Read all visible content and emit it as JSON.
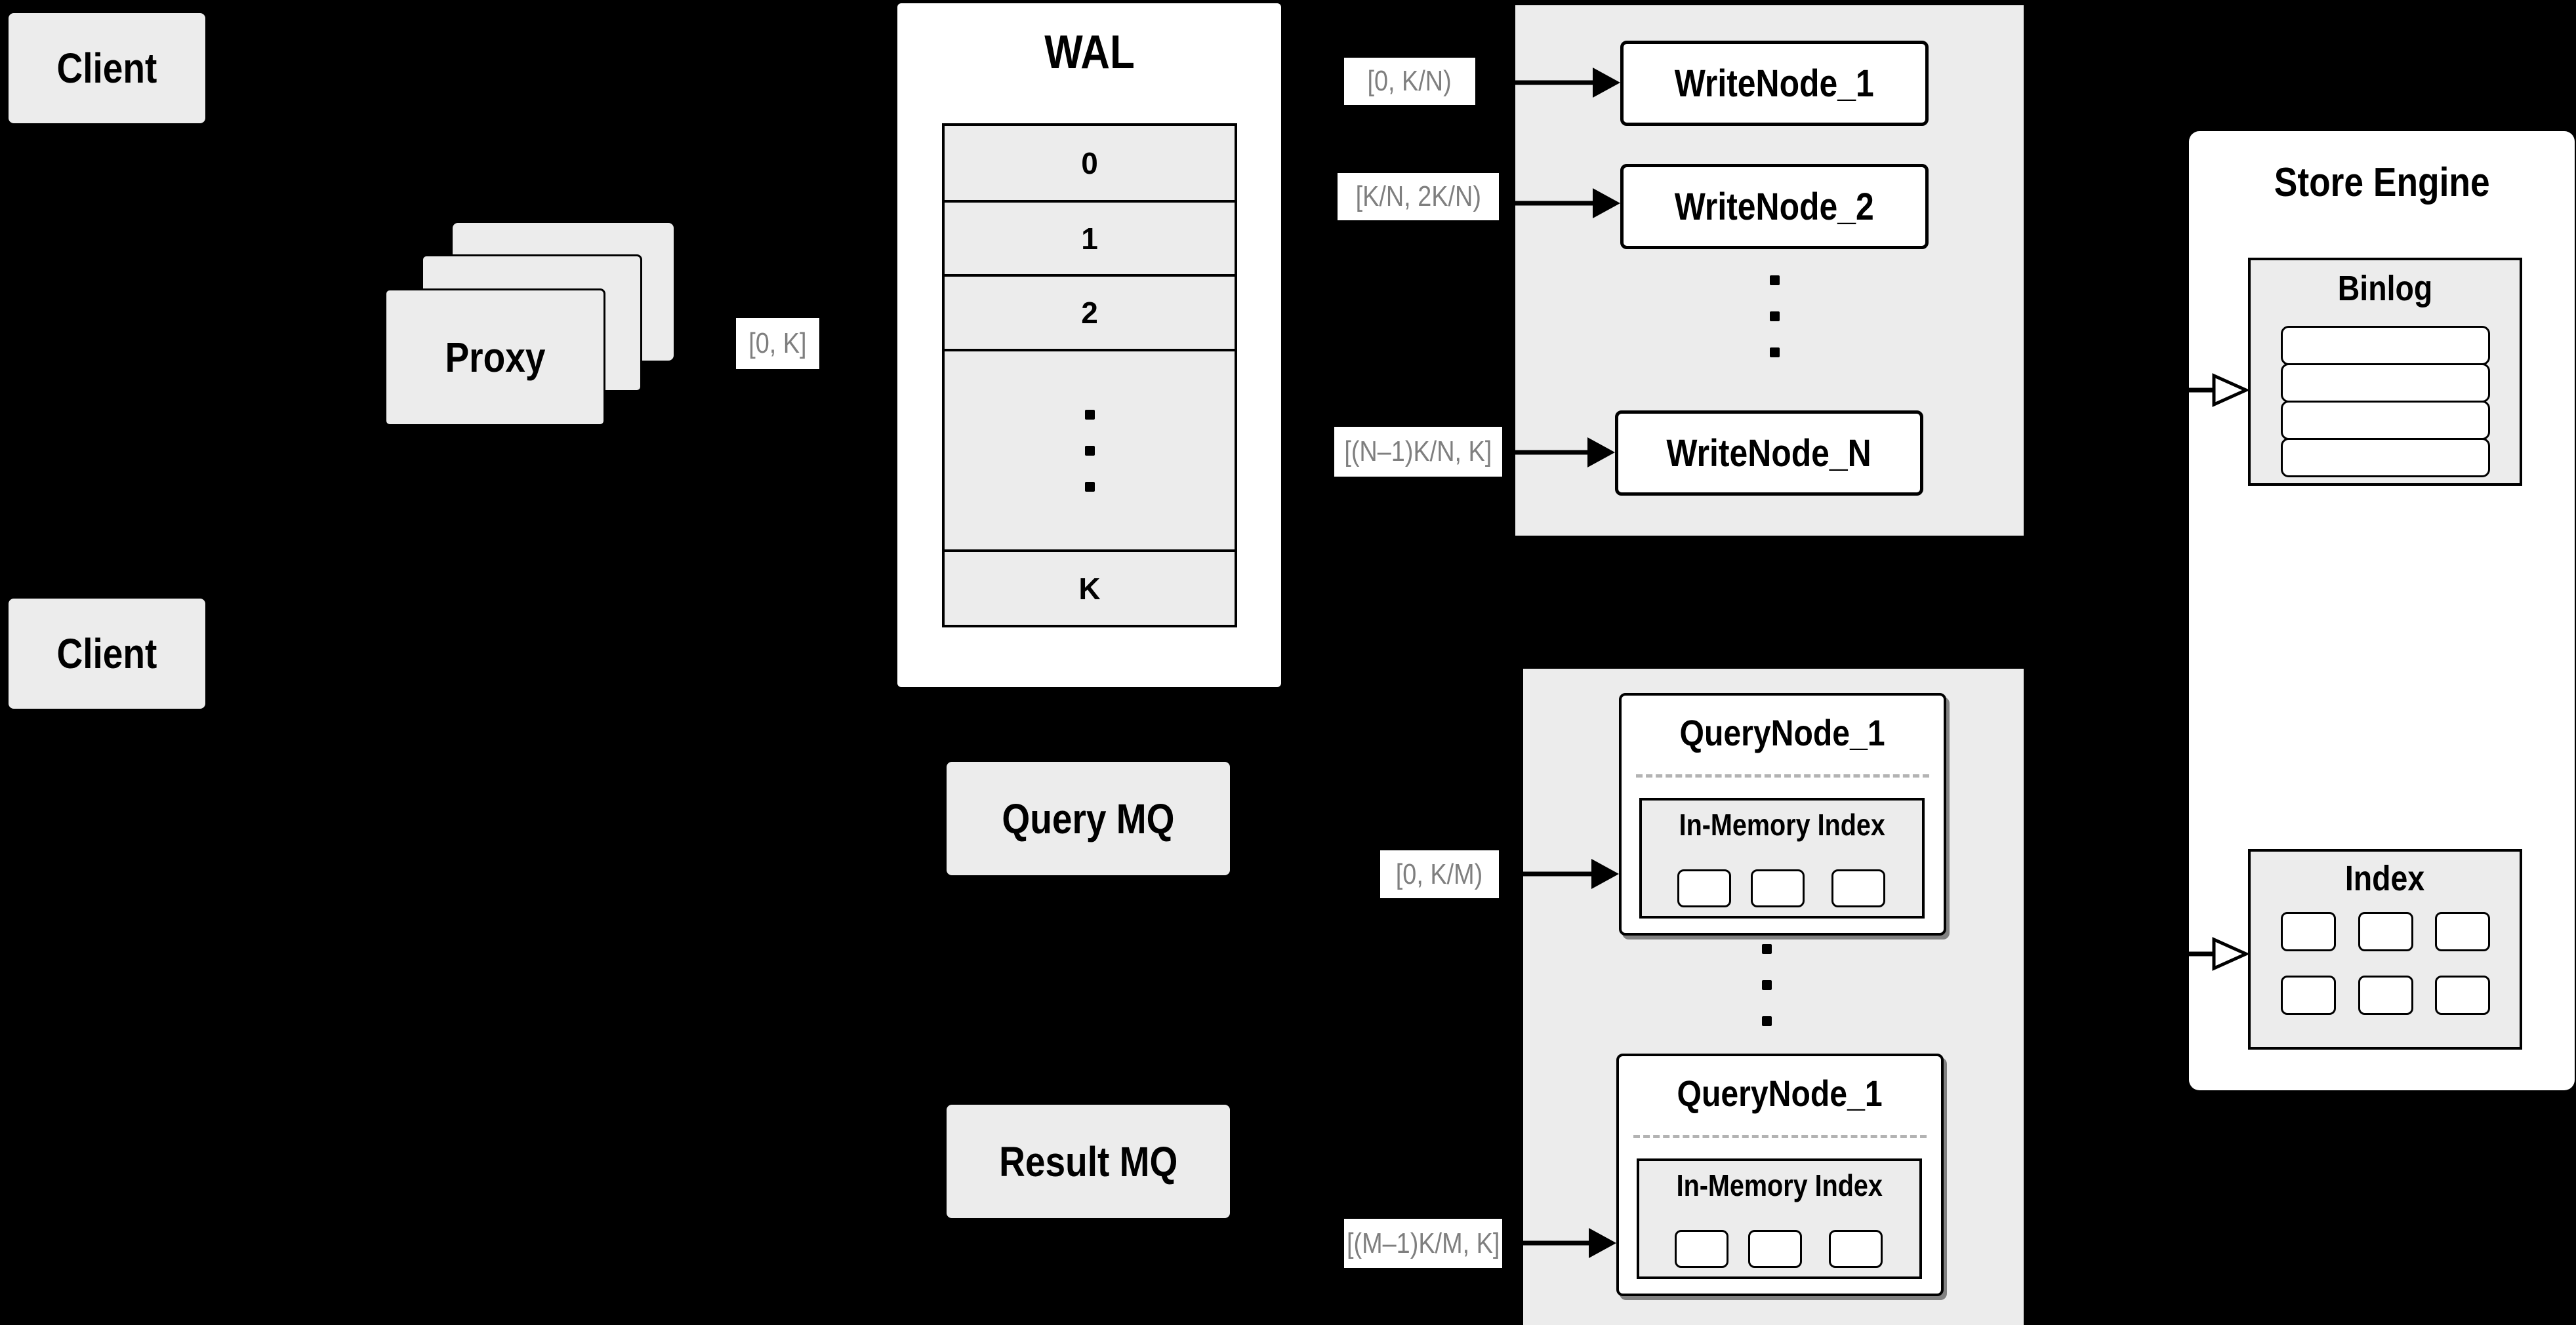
{
  "colors": {
    "background": "#000000",
    "box_gray": "#ececec",
    "white": "#ffffff",
    "border_black": "#000000",
    "range_text_gray": "#7f7f7f",
    "divider_dash_gray": "#b3b3b3"
  },
  "client_top": {
    "label": "Client"
  },
  "client_bottom": {
    "label": "Client"
  },
  "proxy": {
    "label": "Proxy",
    "range": "[0, K]"
  },
  "wal": {
    "title": "WAL",
    "segments": [
      "0",
      "1",
      "2"
    ],
    "last_segment": "K"
  },
  "write": {
    "ranges": [
      "[0,  K/N)",
      "[K/N, 2K/N)",
      "[(N–1)K/N,  K]"
    ],
    "nodes": [
      "WriteNode_1",
      "WriteNode_2",
      "WriteNode_N"
    ]
  },
  "mq": {
    "query": "Query MQ",
    "result": "Result MQ"
  },
  "query": {
    "ranges": [
      "[0, K/M)",
      "[(M–1)K/M, K]"
    ],
    "node_top": {
      "title": "QueryNode_1",
      "inner_title": "In-Memory Index"
    },
    "node_bottom": {
      "title": "QueryNode_1",
      "inner_title": "In-Memory Index"
    }
  },
  "store": {
    "title": "Store Engine",
    "binlog_title": "Binlog",
    "index_title": "Index"
  }
}
